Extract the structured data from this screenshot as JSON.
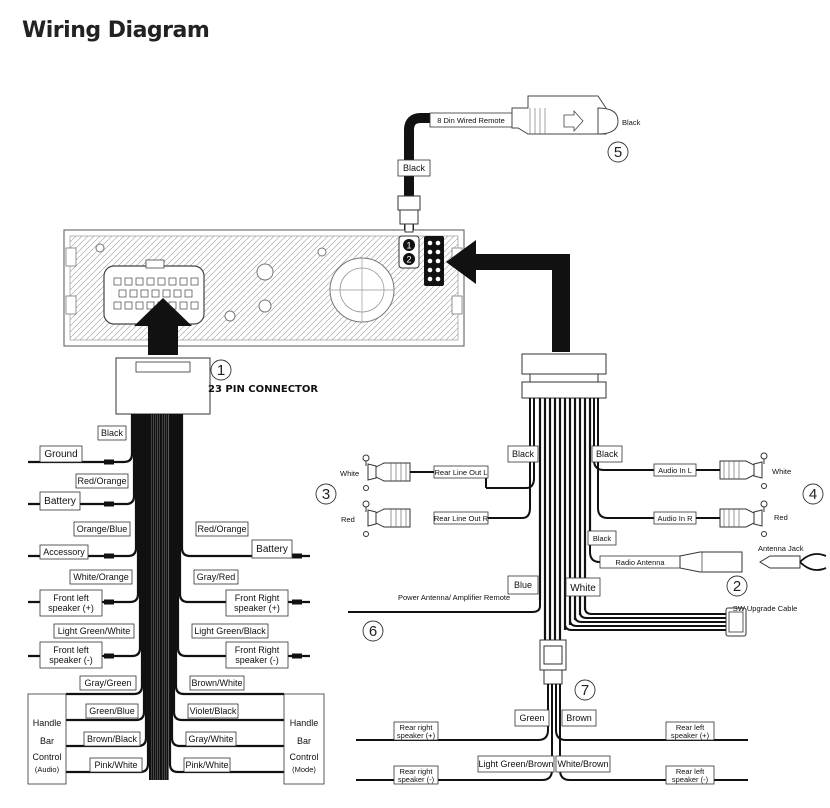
{
  "title": "Wiring Diagram",
  "remote": {
    "label": "8 Din Wired Remote",
    "cable_label": "Black",
    "plug_label": "Black",
    "number": "5",
    "port_numbers": [
      "1",
      "2"
    ]
  },
  "connector": {
    "number": "1",
    "label": "23 PIN CONNECTOR"
  },
  "left_wires": [
    {
      "wire": "Black",
      "dest": "Ground"
    },
    {
      "wire": "Red/Orange",
      "dest": "Battery"
    },
    {
      "wire": "Orange/Blue",
      "dest": "Accessory"
    },
    {
      "wire": "White/Orange",
      "dest": "Front left\nspeaker (+)"
    },
    {
      "wire": "Light Green/White",
      "dest": "Front left\nspeaker (-)"
    },
    {
      "wire": "Gray/Green",
      "dest": ""
    },
    {
      "wire": "Green/Blue",
      "dest": ""
    },
    {
      "wire": "Brown/Black",
      "dest": ""
    },
    {
      "wire": "Pink/White",
      "dest": ""
    }
  ],
  "right_wires": [
    {
      "wire": "Red/Orange",
      "dest": "Battery"
    },
    {
      "wire": "Gray/Red",
      "dest": "Front Right\nspeaker (+)"
    },
    {
      "wire": "Light Green/Black",
      "dest": "Front Right\nspeaker (-)"
    },
    {
      "wire": "Brown/White",
      "dest": ""
    },
    {
      "wire": "Violet/Black",
      "dest": ""
    },
    {
      "wire": "Gray/White",
      "dest": ""
    },
    {
      "wire": "Pink/White",
      "dest": ""
    }
  ],
  "handle_left": {
    "lines": [
      "Handle",
      "Bar",
      "Control"
    ],
    "sub": "(Audio)"
  },
  "handle_right": {
    "lines": [
      "Handle",
      "Bar",
      "Control"
    ],
    "sub": "(Mode)"
  },
  "rca_left": {
    "number": "3",
    "top_color": "White",
    "bottom_color": "Red",
    "top_label": "Rear Line Out L",
    "bottom_label": "Rear Line Out R",
    "cable_label": "Black"
  },
  "rca_right": {
    "number": "4",
    "top_color": "White",
    "bottom_color": "Red",
    "top_label": "Audio In L",
    "bottom_label": "Audio In R",
    "cable_label": "Black"
  },
  "antenna": {
    "number": "2",
    "cable_label": "Black",
    "label": "Radio Antenna",
    "jack_label": "Antenna Jack"
  },
  "power_antenna": {
    "number": "6",
    "wire": "Blue",
    "label": "Power Antenna/\nAmplifier Remote"
  },
  "sw_upgrade": {
    "wire": "White",
    "label": "SW\nUpgrade\nCable"
  },
  "rear": {
    "number": "7",
    "left_wire": "Green",
    "right_wire": "Brown",
    "bottom_left_wire": "Light Green/Brown",
    "bottom_right_wire": "White/Brown",
    "rl_plus": "Rear right\nspeaker (+)",
    "rl_minus": "Rear right\nspeaker (-)",
    "rr_plus": "Rear  left\nspeaker  (+)",
    "rr_minus": "Rear  left\nspeaker  (-)"
  }
}
